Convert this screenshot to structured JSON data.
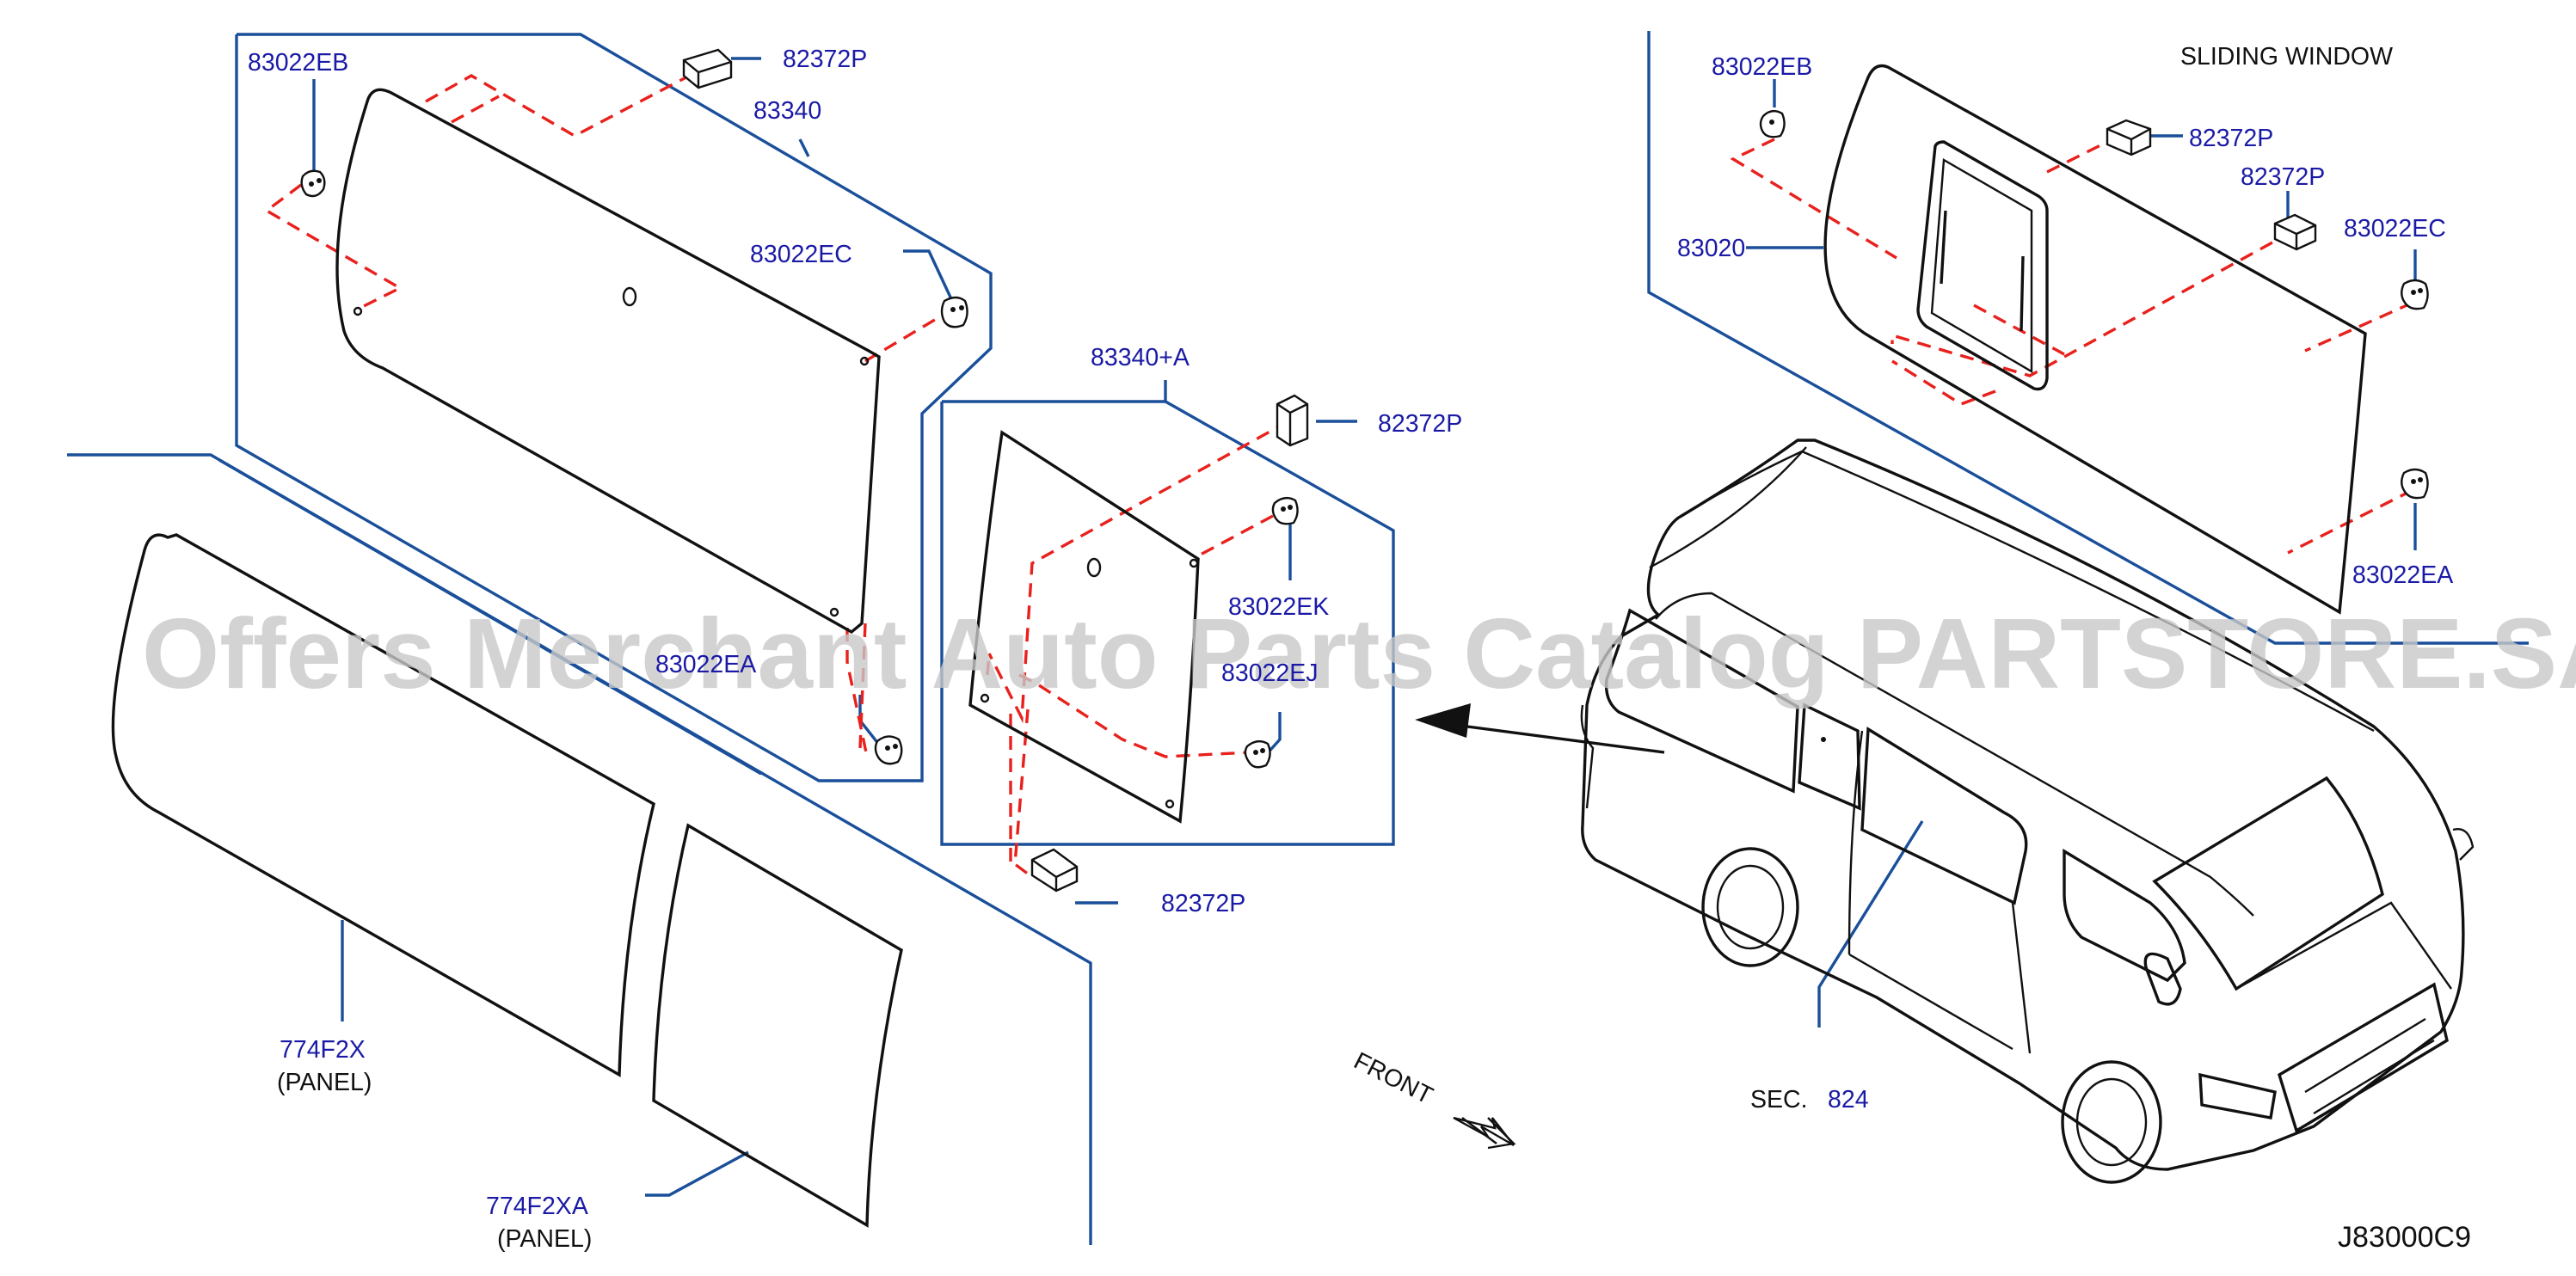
{
  "labels": {
    "p_83022EB_a": "83022EB",
    "p_82372P_a": "82372P",
    "p_83340": "83340",
    "p_83022EC_a": "83022EC",
    "p_83022EA_a": "83022EA",
    "p_83340A": "83340+A",
    "p_82372P_b": "82372P",
    "p_83022EK": "83022EK",
    "p_83022EJ": "83022EJ",
    "p_82372P_c": "82372P",
    "p_774F2X": "774F2X",
    "p_774F2X_sub": "(PANEL)",
    "p_774F2XA": "774F2XA",
    "p_774F2XA_sub": "(PANEL)",
    "front": "FRONT",
    "sliding_window": "SLIDING   WINDOW",
    "p_83022EB_b": "83022EB",
    "p_82372P_d": "82372P",
    "p_82372P_e": "82372P",
    "p_83020": "83020",
    "p_83022EC_b": "83022EC",
    "p_83022EA_b": "83022EA",
    "sec_prefix": "SEC.",
    "sec_number": "824",
    "diagram_code": "J83000C9"
  },
  "watermark": "Offers Merchant Auto Parts Catalog PARTSTORE.SA",
  "colors": {
    "callout_text": "#1a1aa6",
    "leader_lines": "#1a4f9a",
    "dashed_guides": "#e8211d",
    "outline": "#111111",
    "watermark": "#c8c8c8"
  }
}
